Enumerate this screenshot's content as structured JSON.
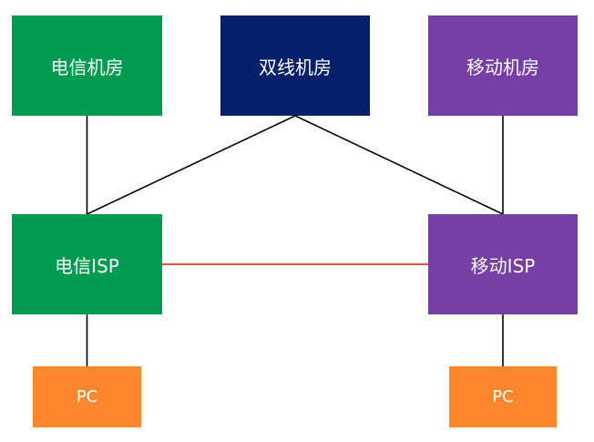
{
  "colors": {
    "telecom": "#009a50",
    "dual": "#05206b",
    "mobile": "#763fa6",
    "pc": "#fb862b",
    "link": "#000000",
    "peer_link": "#e03a1f"
  },
  "nodes": {
    "dc_telecom": "电信机房",
    "dc_dual": "双线机房",
    "dc_mobile": "移动机房",
    "isp_telecom": "电信ISP",
    "isp_mobile": "移动ISP",
    "pc_left": "PC",
    "pc_right": "PC"
  }
}
